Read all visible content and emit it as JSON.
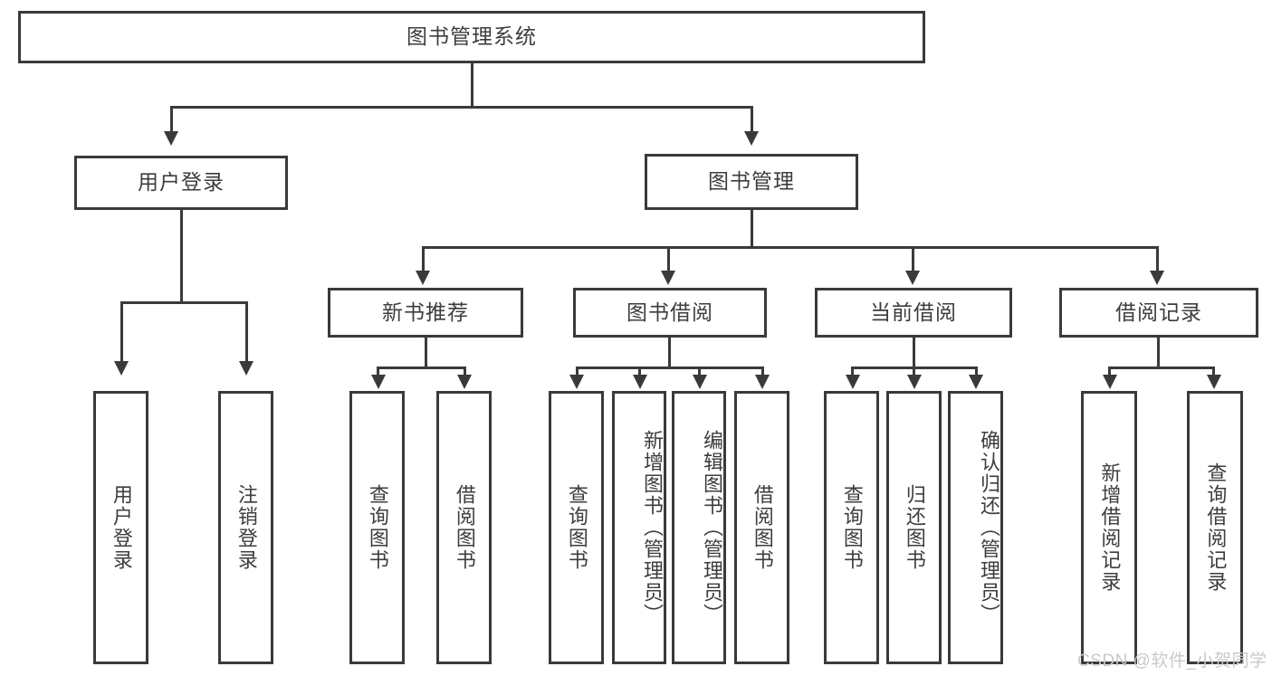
{
  "diagram": {
    "title": "图书管理系统",
    "type": "hierarchy-tree",
    "root": {
      "id": "root",
      "label": "图书管理系统"
    },
    "level2": [
      {
        "id": "user-login",
        "label": "用户登录"
      },
      {
        "id": "book-manage",
        "label": "图书管理"
      }
    ],
    "level3": [
      {
        "id": "new-book-rec",
        "label": "新书推荐",
        "parent": "book-manage"
      },
      {
        "id": "book-borrow",
        "label": "图书借阅",
        "parent": "book-manage"
      },
      {
        "id": "current-borrow",
        "label": "当前借阅",
        "parent": "book-manage"
      },
      {
        "id": "borrow-record",
        "label": "借阅记录",
        "parent": "book-manage"
      }
    ],
    "leaves": {
      "user_login": [
        {
          "id": "leaf-user-login",
          "label": "用户登录"
        },
        {
          "id": "leaf-user-logout",
          "label": "注销登录"
        }
      ],
      "new_book_rec": [
        {
          "id": "leaf-query-book-1",
          "label": "查询图书"
        },
        {
          "id": "leaf-borrow-book-1",
          "label": "借阅图书"
        }
      ],
      "book_borrow": [
        {
          "id": "leaf-query-book-2",
          "label": "查询图书"
        },
        {
          "id": "leaf-add-book",
          "label": "新增图书（管理员）"
        },
        {
          "id": "leaf-edit-book",
          "label": "编辑图书（管理员）"
        },
        {
          "id": "leaf-borrow-book-2",
          "label": "借阅图书"
        }
      ],
      "current_borrow": [
        {
          "id": "leaf-query-book-3",
          "label": "查询图书"
        },
        {
          "id": "leaf-return-book",
          "label": "归还图书"
        },
        {
          "id": "leaf-confirm-return",
          "label": "确认归还（管理员）"
        }
      ],
      "borrow_record": [
        {
          "id": "leaf-add-record",
          "label": "新增借阅记录"
        },
        {
          "id": "leaf-query-record",
          "label": "查询借阅记录"
        }
      ]
    }
  },
  "watermark": {
    "text": "CSDN @软件_小贺同学"
  },
  "colors": {
    "stroke": "#3a3a3a",
    "text": "#3d3d3d",
    "background": "#ffffff",
    "watermark": "#c9c9c9"
  }
}
